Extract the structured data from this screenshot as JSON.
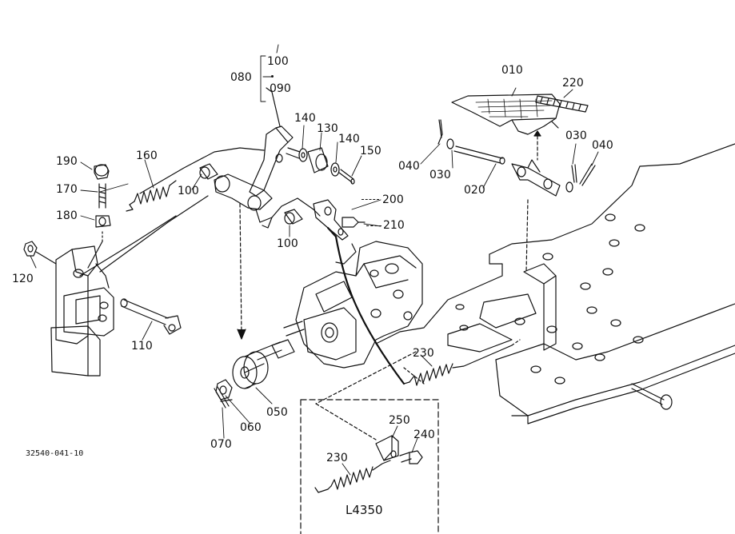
{
  "diagram": {
    "part_labels": {
      "p010": "010",
      "p220": "220",
      "p030a": "030",
      "p040a": "040",
      "p040b": "040",
      "p030b": "030",
      "p020": "020",
      "p080": "080",
      "p100top": "100",
      "p090": "090",
      "p140a": "140",
      "p130": "130",
      "p140b": "140",
      "p150": "150",
      "p160": "160",
      "p190": "190",
      "p170": "170",
      "p180": "180",
      "p100mid": "100",
      "p200": "200",
      "p210": "210",
      "p100low": "100",
      "p120": "120",
      "p110": "110",
      "p230": "230",
      "p050": "050",
      "p060": "060",
      "p070": "070",
      "p250": "250",
      "p240": "240",
      "p230inset": "230"
    },
    "drawing_code": "32540-041-10",
    "inset_model": "L4350"
  }
}
